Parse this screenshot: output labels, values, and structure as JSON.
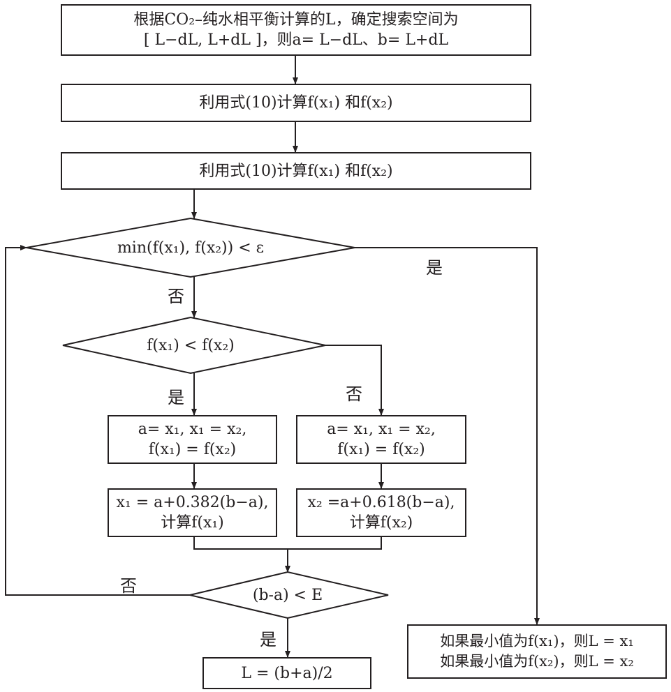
{
  "boxes": {
    "init_line1": "根据CO₂–纯水相平衡计算的L，确定搜索空间为",
    "init_line2": "[ L−dL, L+dL ]，则a= L−dL、b= L+dL",
    "calc1": "利用式(10)计算f(x₁) 和f(x₂)",
    "calc2": "利用式(10)计算f(x₁) 和f(x₂)",
    "left_update_line1": "a= x₁, x₁ = x₂,",
    "left_update_line2": "f(x₁) = f(x₂)",
    "right_update_line1": "a= x₁, x₁ = x₂,",
    "right_update_line2": "f(x₁) = f(x₂)",
    "left_recalc_line1": "x₁ = a+0.382(b−a),",
    "left_recalc_line2": "计算f(x₁)",
    "right_recalc_line1": "x₂ =a+0.618(b−a),",
    "right_recalc_line2": "计算f(x₂)",
    "final": "L = (b+a)/2",
    "result_line1": "如果最小值为f(x₁)，则L = x₁",
    "result_line2": "如果最小值为f(x₂)，则L = x₂"
  },
  "decisions": {
    "min_check": "min(f(x₁), f(x₂)) < ε",
    "compare": "f(x₁) < f(x₂)",
    "converge": "(b-a) < E"
  },
  "labels": {
    "yes": "是",
    "no": "否"
  }
}
